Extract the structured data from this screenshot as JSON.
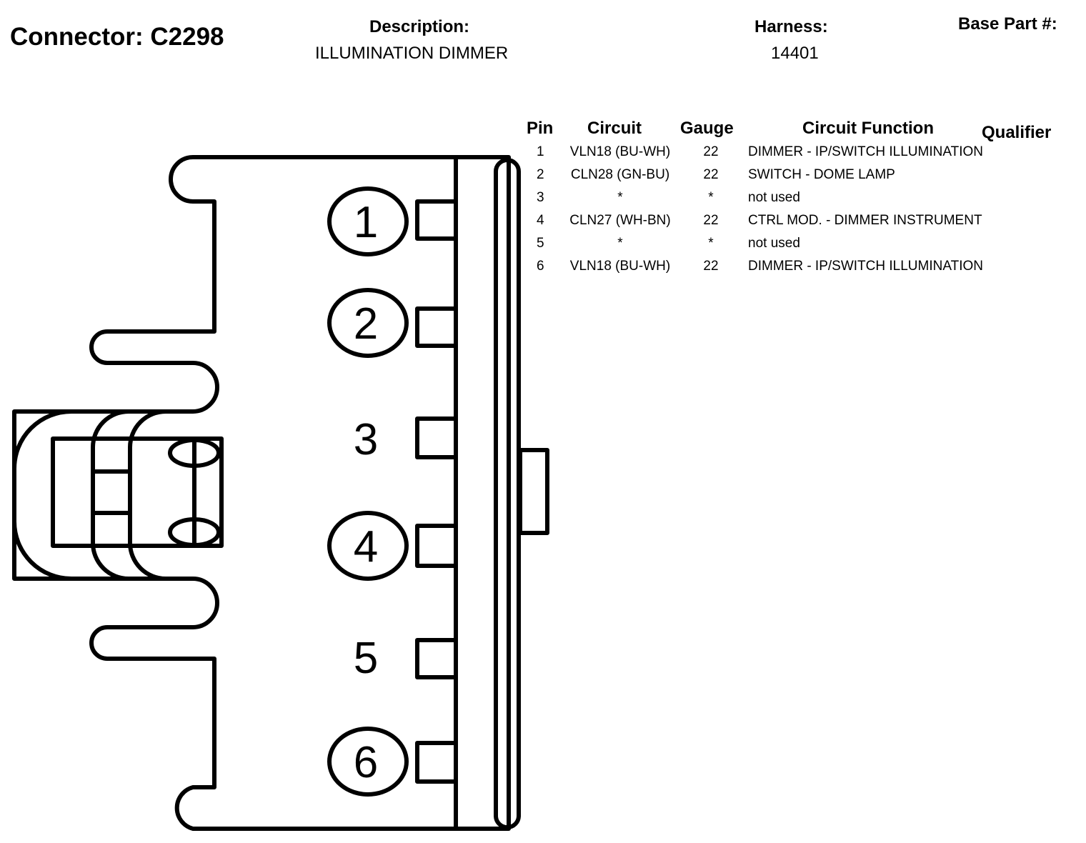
{
  "header": {
    "connector_label": "Connector: C2298",
    "description_label": "Description:",
    "description_value": "ILLUMINATION DIMMER",
    "harness_label": "Harness:",
    "harness_value": "14401",
    "base_part_label": "Base Part #:"
  },
  "table": {
    "headers": {
      "pin": "Pin",
      "circuit": "Circuit",
      "gauge": "Gauge",
      "function": "Circuit Function",
      "qualifier": "Qualifier"
    },
    "rows": [
      {
        "pin": "1",
        "circuit": "VLN18 (BU-WH)",
        "gauge": "22",
        "function": "DIMMER - IP/SWITCH ILLUMINATION"
      },
      {
        "pin": "2",
        "circuit": "CLN28 (GN-BU)",
        "gauge": "22",
        "function": "SWITCH - DOME LAMP"
      },
      {
        "pin": "3",
        "circuit": "*",
        "gauge": "*",
        "function": "not used"
      },
      {
        "pin": "4",
        "circuit": "CLN27 (WH-BN)",
        "gauge": "22",
        "function": "CTRL MOD. - DIMMER INSTRUMENT"
      },
      {
        "pin": "5",
        "circuit": "*",
        "gauge": "*",
        "function": "not used"
      },
      {
        "pin": "6",
        "circuit": "VLN18 (BU-WH)",
        "gauge": "22",
        "function": "DIMMER - IP/SWITCH ILLUMINATION"
      }
    ]
  },
  "drawing": {
    "cavity_labels": [
      "1",
      "2",
      "3",
      "4",
      "5",
      "6"
    ],
    "circled_cavities": [
      "1",
      "2",
      "4",
      "6"
    ]
  }
}
